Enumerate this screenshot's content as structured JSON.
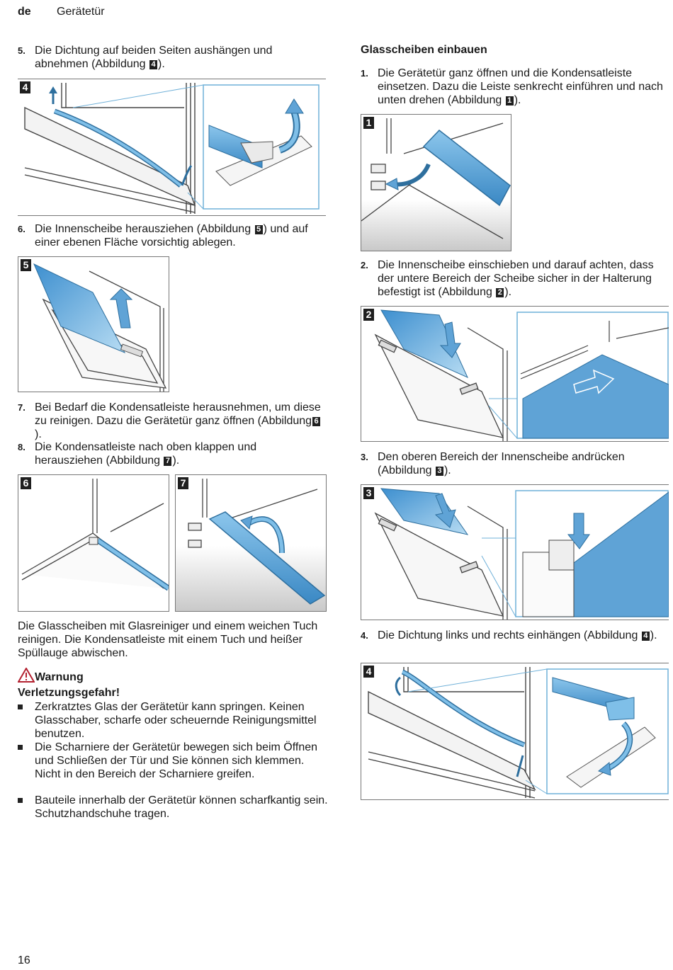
{
  "header": {
    "lang": "de",
    "title": "Gerätetür"
  },
  "page_number": "16",
  "left": {
    "step5": {
      "num": "5.",
      "text_a": "Die Dichtung auf beiden Seiten aushängen und abnehmen (Abbildung",
      "ref": "4",
      "text_b": ")."
    },
    "fig_a_label": "4",
    "step6": {
      "num": "6.",
      "text_a": "Die Innenscheibe herausziehen (Abbildung",
      "ref": "5",
      "text_b": ") und auf einer ebenen Fläche vorsichtig ablegen."
    },
    "fig_b_label": "5",
    "step7": {
      "num": "7.",
      "text_a": "Bei Bedarf die Kondensatleiste herausnehmen, um diese zu reinigen. Dazu die Gerätetür ganz öffnen (Abbildung",
      "ref": "6",
      "text_b": ")."
    },
    "step8": {
      "num": "8.",
      "text_a": "Die Kondensatleiste nach oben klappen und herausziehen (Abbildung",
      "ref": "7",
      "text_b": ")."
    },
    "fig_c_label": "6",
    "fig_d_label": "7",
    "cleaning_text": "Die Glasscheiben mit Glasreiniger und einem weichen Tuch reinigen. Die Kondensatleiste mit einem Tuch und heißer Spüllauge abwischen.",
    "warning": {
      "icon": "warning-triangle-icon",
      "title": "Warnung",
      "subtitle": "Verletzungsgefahr!",
      "items": [
        "Zerkratztes Glas der Gerätetür kann springen. Keinen Glasschaber, scharfe oder scheuernde Reinigungsmittel benutzen.",
        "Die Scharniere der Gerätetür bewegen sich beim Öffnen und Schließen der Tür und Sie können sich klemmen. Nicht in den Bereich der Scharniere greifen.",
        "Bauteile innerhalb der Gerätetür können scharfkantig sein. Schutzhandschuhe tragen."
      ]
    }
  },
  "right": {
    "title": "Glasscheiben einbauen",
    "step1": {
      "num": "1.",
      "text_a": "Die Gerätetür ganz öffnen und die Kondensatleiste einsetzen. Dazu die Leiste senkrecht einführen und nach unten drehen (Abbildung",
      "ref": "1",
      "text_b": ")."
    },
    "fig_e_label": "1",
    "step2": {
      "num": "2.",
      "text_a": "Die Innenscheibe einschieben und darauf achten, dass der untere Bereich der Scheibe sicher in der Halterung befestigt ist (Abbildung",
      "ref": "2",
      "text_b": ")."
    },
    "fig_f_label": "2",
    "step3": {
      "num": "3.",
      "text_a": "Den oberen Bereich der Innenscheibe andrücken (Abbildung",
      "ref": "3",
      "text_b": ")."
    },
    "fig_g_label": "3",
    "step4": {
      "num": "4.",
      "text_a": "Die Dichtung links und rechts einhängen (Abbildung",
      "ref": "4",
      "text_b": ")."
    },
    "fig_h_label": "4"
  },
  "colors": {
    "glass_blue": "#5fa3d6",
    "glass_light": "#9ccbeb",
    "outline": "#2e6f9e",
    "warning_red": "#b3202f"
  }
}
